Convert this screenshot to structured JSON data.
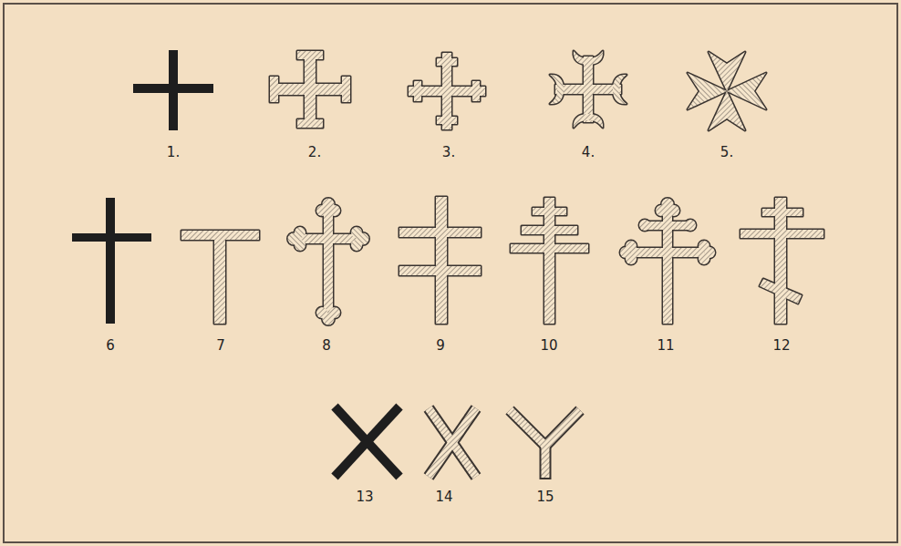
{
  "diagram": {
    "labels": [
      "1.",
      "2.",
      "3.",
      "4.",
      "5.",
      "6",
      "7",
      "8",
      "9",
      "10",
      "11",
      "12",
      "13",
      "14",
      "15"
    ]
  }
}
